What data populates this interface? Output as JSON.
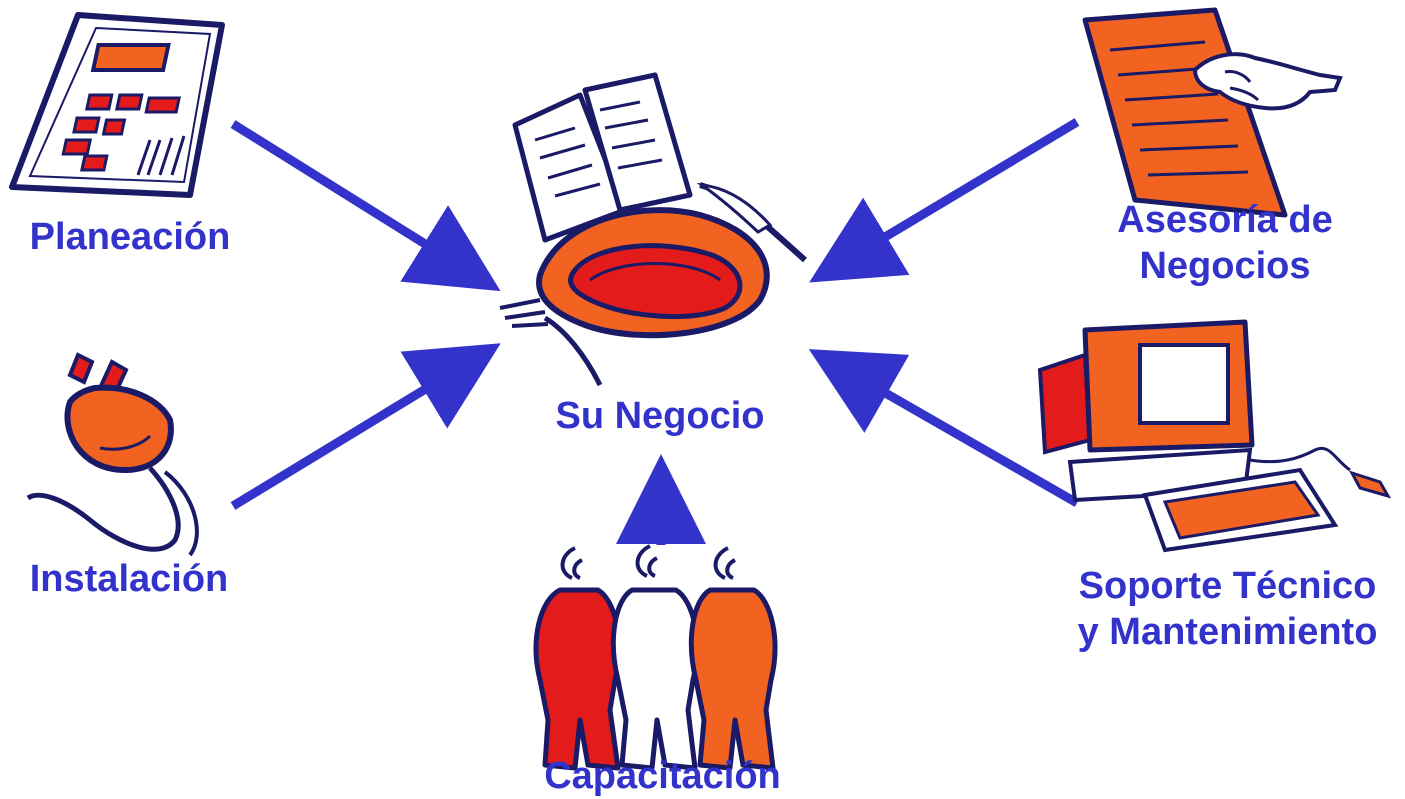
{
  "colors": {
    "text": "#3333cc",
    "arrow": "#3333cc",
    "orange": "#f26322",
    "red": "#e31b1b",
    "outline": "#1a1a66"
  },
  "center": {
    "label": "Su Negocio",
    "icon": "plate-with-documents-icon"
  },
  "nodes": [
    {
      "id": "planeacion",
      "label": "Planeación",
      "icon": "calculator-icon"
    },
    {
      "id": "instalacion",
      "label": "Instalación",
      "icon": "power-plug-icon"
    },
    {
      "id": "capacitacion",
      "label": "Capacitación",
      "icon": "people-group-icon"
    },
    {
      "id": "asesoria",
      "label_line1": "Asesoría de",
      "label_line2": "Negocios",
      "icon": "document-hand-icon"
    },
    {
      "id": "soporte",
      "label_line1": "Soporte Técnico",
      "label_line2": "y Mantenimiento",
      "icon": "computer-icon"
    }
  ]
}
